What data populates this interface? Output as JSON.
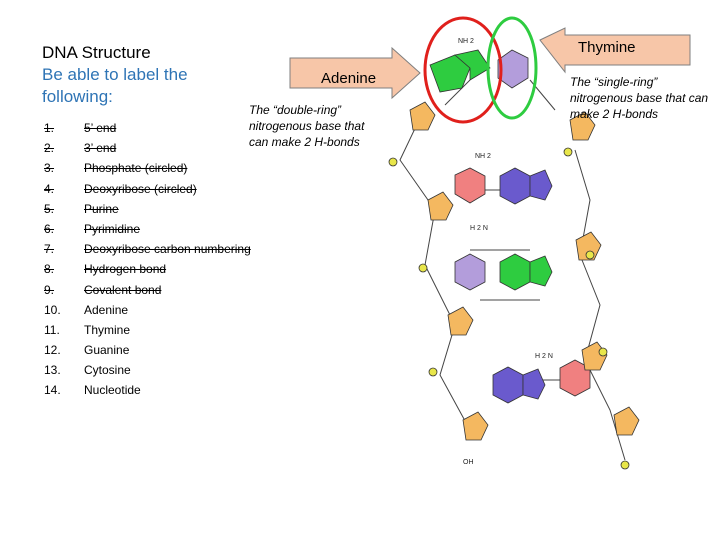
{
  "slide": {
    "title_lines": [
      "DNA Structure",
      "Be able to label the",
      "following:"
    ]
  },
  "list": [
    {
      "num": "1.",
      "label": "5’ end",
      "struck": true
    },
    {
      "num": "2.",
      "label": "3’ end",
      "struck": true
    },
    {
      "num": "3.",
      "label": "Phosphate (circled)",
      "struck": true
    },
    {
      "num": "4.",
      "label": "Deoxyribose (circled)",
      "struck": true
    },
    {
      "num": "5.",
      "label": "Purine",
      "struck": true
    },
    {
      "num": "6.",
      "label": "Pyrimidine",
      "struck": true
    },
    {
      "num": "7.",
      "label": "Deoxyribose carbon numbering",
      "struck": true
    },
    {
      "num": "8.",
      "label": "Hydrogen bond",
      "struck": true
    },
    {
      "num": "9.",
      "label": "Covalent bond",
      "struck": true
    },
    {
      "num": "10.",
      "label": "Adenine",
      "struck": false
    },
    {
      "num": "11.",
      "label": "Thymine",
      "struck": false
    },
    {
      "num": "12.",
      "label": "Guanine",
      "struck": false
    },
    {
      "num": "13.",
      "label": "Cytosine",
      "struck": false
    },
    {
      "num": "14.",
      "label": "Nucleotide",
      "struck": false
    }
  ],
  "callouts": {
    "adenine_label": "Adenine",
    "adenine_note": "The “double-ring” nitrogenous base that can make 2 H-bonds",
    "thymine_label": "Thymine",
    "thymine_note": "The “single-ring” nitrogenous base that can make 2 H-bonds"
  },
  "diagram": {
    "amine_labels": [
      "NH 2",
      "NH 2",
      "H 2 N",
      "H 2 N"
    ],
    "hydroxyl_label": "OH",
    "colors": {
      "adenine": "#2ecc40",
      "thymine": "#b39ddb",
      "guanine": "#6a5acd",
      "cytosine": "#f08080",
      "sugar": "#f4b860",
      "phosphate": "#e8e64a",
      "circle_red": "#e0201c",
      "circle_green": "#2ecc40",
      "arrow_fill": "#f7c6a8"
    }
  }
}
